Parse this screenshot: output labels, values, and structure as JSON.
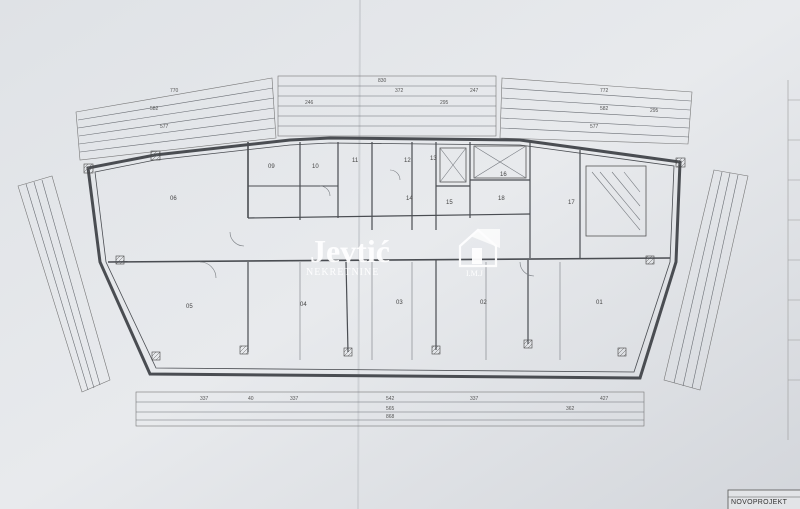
{
  "watermark": {
    "brand": "Jevtić",
    "subtitle": "NEKRETNINE",
    "suffix": "I.M.J"
  },
  "title_block": {
    "text": "NOVOPROJEKT"
  },
  "rooms": [
    {
      "id": "room-06",
      "label": "06"
    },
    {
      "id": "room-05",
      "label": "05"
    },
    {
      "id": "room-04",
      "label": "04"
    },
    {
      "id": "room-03",
      "label": "03"
    },
    {
      "id": "room-02",
      "label": "02"
    },
    {
      "id": "room-01",
      "label": "01"
    },
    {
      "id": "room-09",
      "label": "09"
    },
    {
      "id": "room-10",
      "label": "10"
    },
    {
      "id": "room-11",
      "label": "11"
    },
    {
      "id": "room-12",
      "label": "12"
    },
    {
      "id": "room-13",
      "label": "13"
    },
    {
      "id": "room-14",
      "label": "14"
    },
    {
      "id": "room-15",
      "label": "15"
    },
    {
      "id": "room-16",
      "label": "16"
    },
    {
      "id": "room-17",
      "label": "17"
    },
    {
      "id": "room-18",
      "label": "18"
    }
  ],
  "dimensions": {
    "top_left": [
      "770",
      "582",
      "577"
    ],
    "top_center": [
      "830",
      "246",
      "372",
      "295",
      "247"
    ],
    "top_right": [
      "772",
      "582",
      "577",
      "295"
    ],
    "bottom": [
      "337",
      "40",
      "337",
      "542",
      "337",
      "565",
      "427",
      "362",
      "868"
    ]
  },
  "colors": {
    "paper": "#e4e6e9",
    "line": "#4a4d52",
    "watermark": "#ffffff"
  }
}
